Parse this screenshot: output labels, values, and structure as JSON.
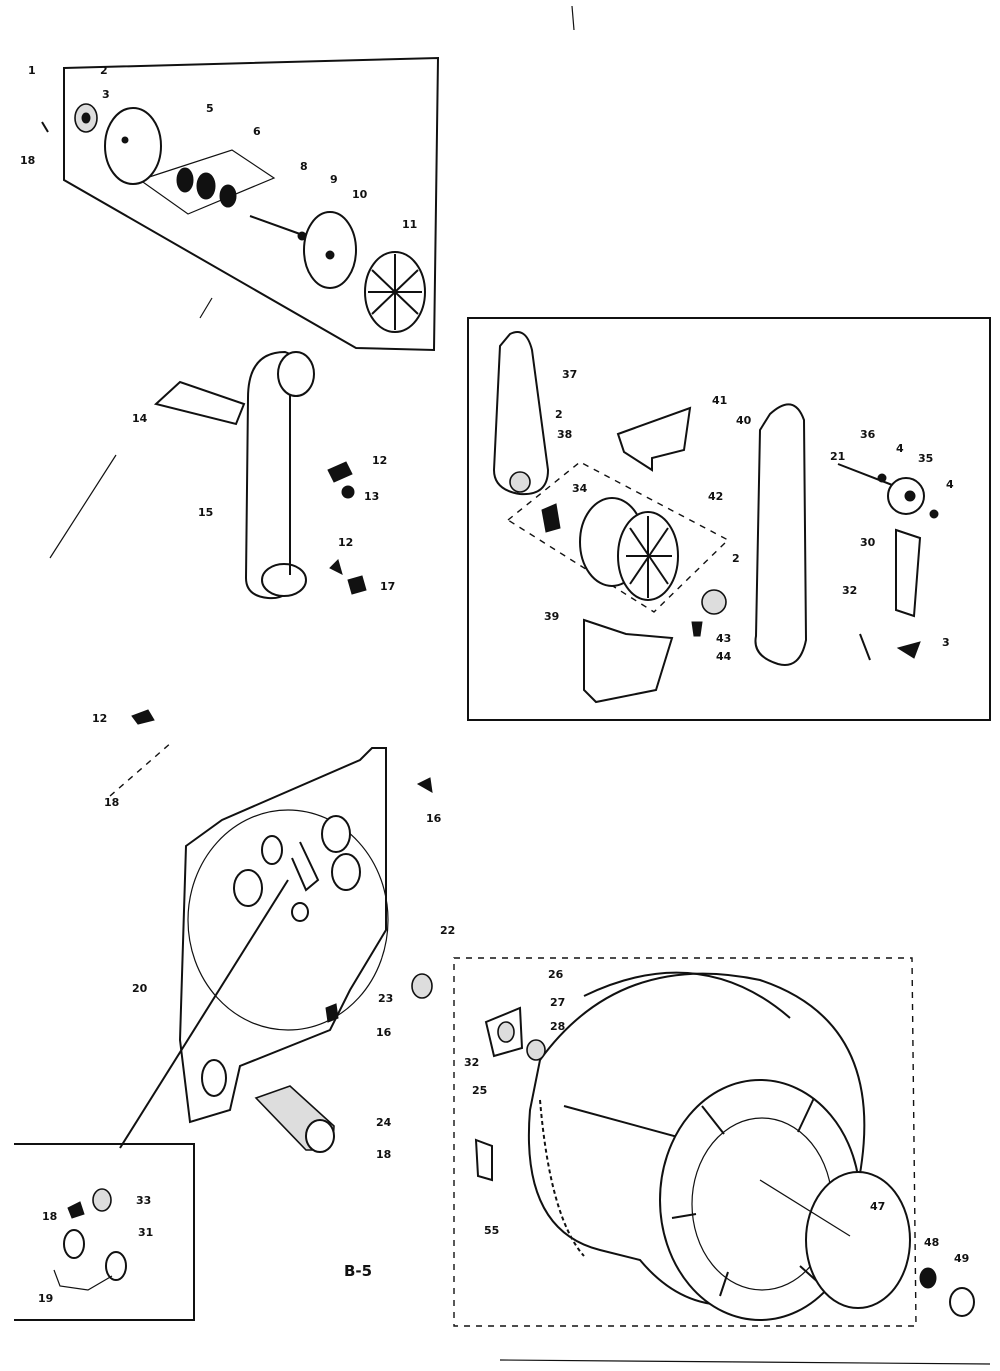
{
  "diagram": {
    "page_code": "B-5",
    "labels": {
      "p1": "1",
      "p2": "2",
      "p3": "3",
      "p5": "5",
      "p6": "6",
      "p8": "8",
      "p9": "9",
      "p10": "10",
      "p11": "11",
      "p18a": "18",
      "p14": "14",
      "p12": "12",
      "p13": "13",
      "p15": "15",
      "p12b": "12",
      "p17": "17",
      "p37": "37",
      "p2b": "2",
      "p38": "38",
      "p41": "41",
      "p40": "40",
      "p36": "36",
      "p4": "4",
      "p35": "35",
      "p21": "21",
      "p4b": "4",
      "p34": "34",
      "p42": "42",
      "p2c": "2",
      "p30": "30",
      "p39": "39",
      "p32": "32",
      "p43": "43",
      "p44": "44",
      "p3b": "3",
      "p12c": "12",
      "p18b": "18",
      "p16": "16",
      "p20": "20",
      "p23": "23",
      "p16b": "16",
      "p24": "24",
      "p18c": "18",
      "p22": "22",
      "p26": "26",
      "p27": "27",
      "p28": "28",
      "p32b": "32",
      "p25": "25",
      "p55": "55",
      "p47": "47",
      "p48": "48",
      "p49": "49",
      "p18d": "18",
      "p33": "33",
      "p31": "31",
      "p19": "19"
    }
  }
}
